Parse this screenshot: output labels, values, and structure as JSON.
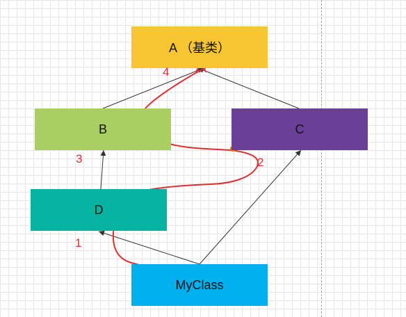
{
  "nodes": {
    "a": {
      "label": "A （基类）"
    },
    "b": {
      "label": "B"
    },
    "c": {
      "label": "C"
    },
    "d": {
      "label": "D"
    },
    "myclass": {
      "label": "MyClass"
    }
  },
  "path_numbers": [
    "1",
    "2",
    "3",
    "4"
  ],
  "colors": {
    "a": "#f7c52f",
    "b": "#a9cf63",
    "c": "#6a3f98",
    "d": "#06b2a0",
    "myclass": "#00b0ec",
    "arrow": "#333333",
    "annotation": "#e02d2d",
    "annotation_dot": "#ff6a13"
  }
}
